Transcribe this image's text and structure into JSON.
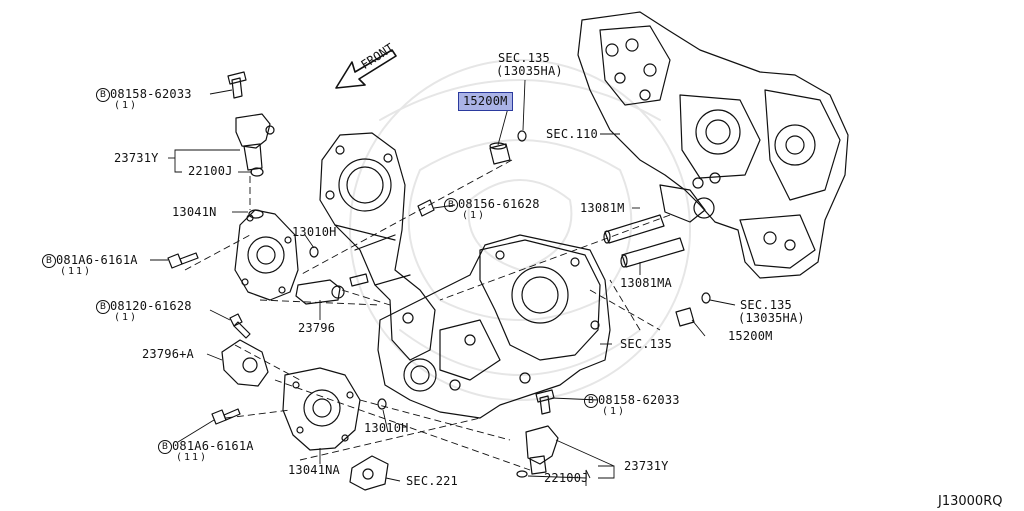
{
  "diagram_id": "J13000RQ",
  "front_label": "FRONT",
  "bolt_marker": "B",
  "labels": {
    "l_08158_62033_top": "08158-62033",
    "l_08158_62033_top_qty": "(1)",
    "l_23731Y_left": "23731Y",
    "l_22100J_left": "22100J",
    "l_13041N": "13041N",
    "l_081A6_6161A_top": "081A6-6161A",
    "l_081A6_6161A_top_qty": "(11)",
    "l_13010H_top": "13010H",
    "l_23796": "23796",
    "l_08120_61628": "08120-61628",
    "l_08120_61628_qty": "(1)",
    "l_23796A": "23796+A",
    "l_081A6_6161A_bot": "081A6-6161A",
    "l_081A6_6161A_bot_qty": "(11)",
    "l_13010H_bot": "13010H",
    "l_13041NA": "13041NA",
    "l_sec221": "SEC.221",
    "l_sec135_top": "SEC.135",
    "l_13035HA_top": "(13035HA)",
    "l_15200M_top": "15200M",
    "l_sec110": "SEC.110",
    "l_08156_61628": "08156-61628",
    "l_08156_61628_qty": "(1)",
    "l_13081M": "13081M",
    "l_13081MA": "13081MA",
    "l_sec135_right": "SEC.135",
    "l_13035HA_right": "(13035HA)",
    "l_sec135_mid": "SEC.135",
    "l_15200M_right": "15200M",
    "l_08158_62033_bot": "08158-62033",
    "l_08158_62033_bot_qty": "(1)",
    "l_23731Y_right": "23731Y",
    "l_22100J_right": "22100J"
  },
  "highlight_color": "#aab3e6"
}
